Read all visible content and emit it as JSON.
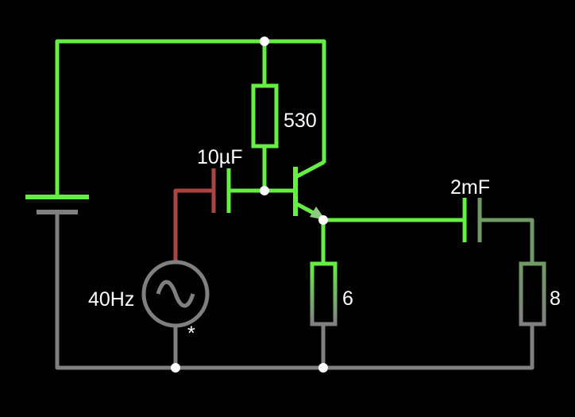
{
  "colors": {
    "background": "#000000",
    "wire_high": "#66ee44",
    "wire_low": "#808080",
    "wire_mid": "#aa4444",
    "wire_dim_green": "#6f9a66",
    "node": "#ffffff",
    "label": "#ffffff"
  },
  "labels": {
    "r_collector": "530",
    "c_input": "10µF",
    "c_output": "2mF",
    "source_freq": "40Hz",
    "source_marker": "*",
    "r_emitter": "6",
    "r_load": "8"
  }
}
